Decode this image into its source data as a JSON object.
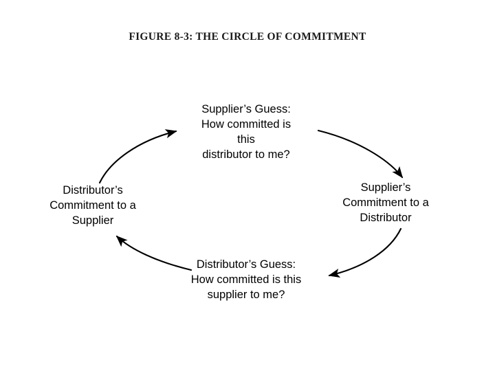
{
  "figure": {
    "title": "FIGURE 8-3: THE CIRCLE OF COMMITMENT",
    "background_color": "#ffffff",
    "text_color": "#000000",
    "arrow_color": "#000000"
  },
  "diagram": {
    "type": "cycle",
    "direction": "clockwise",
    "node_count": 4,
    "nodes": {
      "top": {
        "name": "suppliers-guess",
        "line1": "Supplier’s Guess:",
        "line2": "How committed is",
        "line3": "this",
        "line4": "distributor to me?"
      },
      "right": {
        "name": "suppliers-commitment",
        "line1": "Supplier’s",
        "line2": "Commitment to a",
        "line3": "Distributor"
      },
      "bottom": {
        "name": "distributors-guess",
        "line1": "Distributor’s Guess:",
        "line2": "How committed is this",
        "line3": "supplier to me?"
      },
      "left": {
        "name": "distributors-commitment",
        "line1": "Distributor’s",
        "line2": "Commitment to a",
        "line3": "Supplier"
      }
    },
    "arrows": [
      {
        "name": "arrow-left-to-top",
        "from": "left",
        "to": "top"
      },
      {
        "name": "arrow-top-to-right",
        "from": "top",
        "to": "right"
      },
      {
        "name": "arrow-right-to-bottom",
        "from": "right",
        "to": "bottom"
      },
      {
        "name": "arrow-bottom-to-left",
        "from": "bottom",
        "to": "left"
      }
    ]
  }
}
